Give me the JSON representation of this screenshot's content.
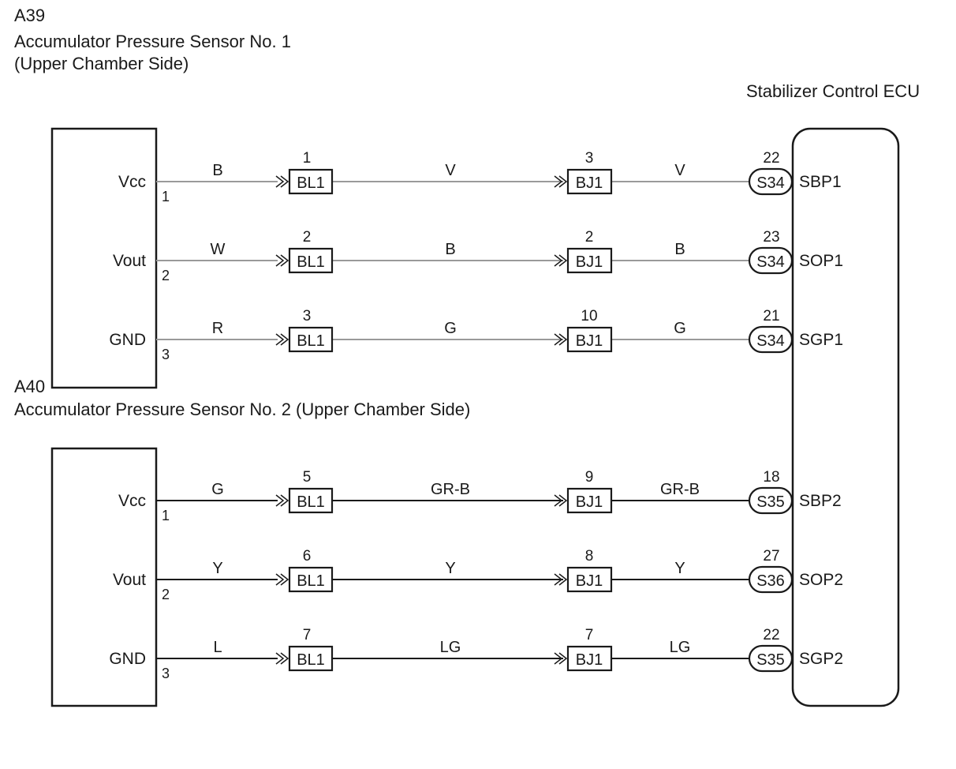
{
  "sensor_1": {
    "code": "A39",
    "name": "Accumulator Pressure Sensor No. 1",
    "subtitle": "(Upper Chamber Side)"
  },
  "sensor_2": {
    "code": "A40",
    "name": "Accumulator Pressure Sensor No. 2 (Upper Chamber Side)"
  },
  "ecu": {
    "name": "Stabilizer Control ECU"
  },
  "circuits": [
    {
      "signal": "Vcc",
      "sensor_pin": "1",
      "wire_a": "B",
      "bl_pin": "1",
      "bl": "BL1",
      "wire_b": "V",
      "bj_pin": "3",
      "bj": "BJ1",
      "wire_c": "V",
      "ecu_pin": "22",
      "ecu_conn": "S34",
      "ecu_term": "SBP1"
    },
    {
      "signal": "Vout",
      "sensor_pin": "2",
      "wire_a": "W",
      "bl_pin": "2",
      "bl": "BL1",
      "wire_b": "B",
      "bj_pin": "2",
      "bj": "BJ1",
      "wire_c": "B",
      "ecu_pin": "23",
      "ecu_conn": "S34",
      "ecu_term": "SOP1"
    },
    {
      "signal": "GND",
      "sensor_pin": "3",
      "wire_a": "R",
      "bl_pin": "3",
      "bl": "BL1",
      "wire_b": "G",
      "bj_pin": "10",
      "bj": "BJ1",
      "wire_c": "G",
      "ecu_pin": "21",
      "ecu_conn": "S34",
      "ecu_term": "SGP1"
    },
    {
      "signal": "Vcc",
      "sensor_pin": "1",
      "wire_a": "G",
      "bl_pin": "5",
      "bl": "BL1",
      "wire_b": "GR-B",
      "bj_pin": "9",
      "bj": "BJ1",
      "wire_c": "GR-B",
      "ecu_pin": "18",
      "ecu_conn": "S35",
      "ecu_term": "SBP2"
    },
    {
      "signal": "Vout",
      "sensor_pin": "2",
      "wire_a": "Y",
      "bl_pin": "6",
      "bl": "BL1",
      "wire_b": "Y",
      "bj_pin": "8",
      "bj": "BJ1",
      "wire_c": "Y",
      "ecu_pin": "27",
      "ecu_conn": "S36",
      "ecu_term": "SOP2"
    },
    {
      "signal": "GND",
      "sensor_pin": "3",
      "wire_a": "L",
      "bl_pin": "7",
      "bl": "BL1",
      "wire_b": "LG",
      "bj_pin": "7",
      "bj": "BJ1",
      "wire_c": "LG",
      "ecu_pin": "22",
      "ecu_conn": "S35",
      "ecu_term": "SGP2"
    }
  ],
  "colors": {
    "line": "#1a1a1a",
    "sensor_1_wire": "#9a9a9a",
    "sensor_2_wire": "#1a1a1a"
  }
}
